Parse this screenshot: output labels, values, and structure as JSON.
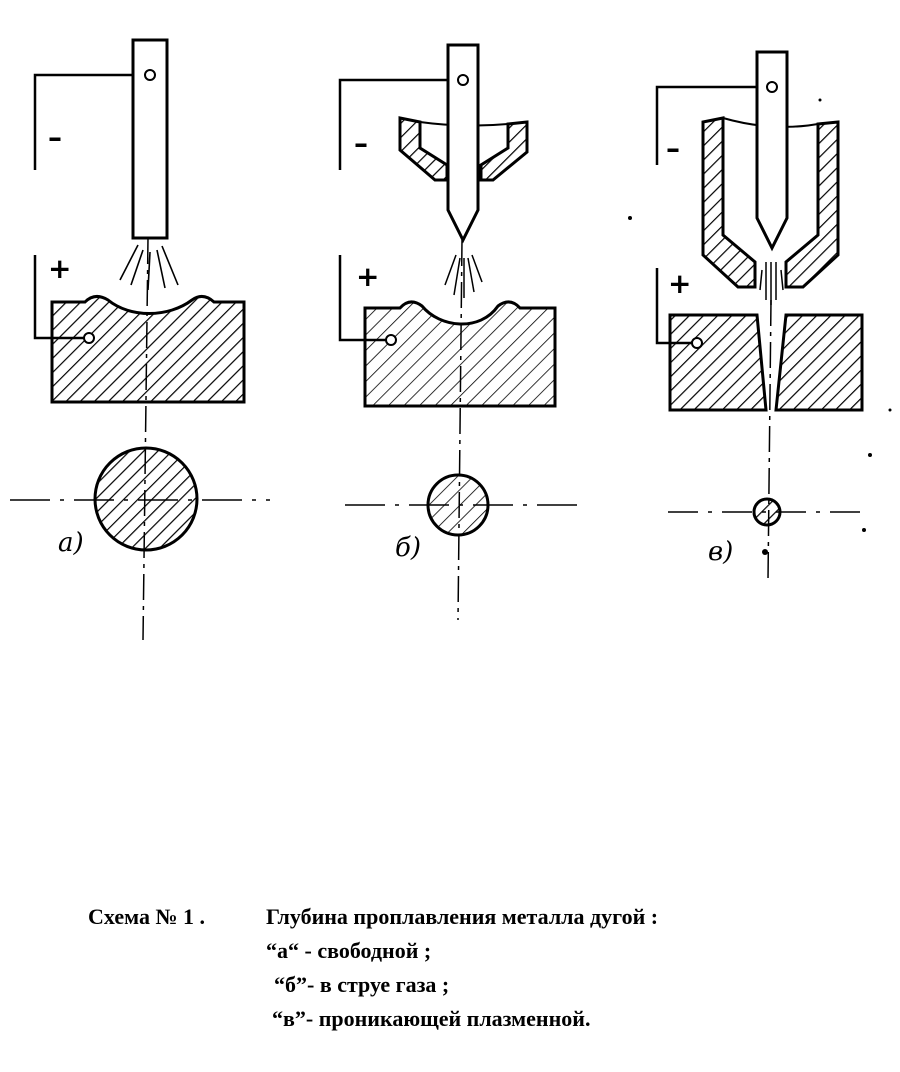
{
  "figure": {
    "labels": {
      "a": "а)",
      "b": "б)",
      "c": "в)"
    },
    "minus": "–",
    "plus": "+"
  },
  "caption": {
    "title": "Схема № 1 .",
    "heading": "Глубина проплавления металла дугой  :",
    "items": [
      "“а“ - свободной ;",
      "“б”- в струе газа ;",
      "“в”- проникающей  плазменной."
    ]
  }
}
